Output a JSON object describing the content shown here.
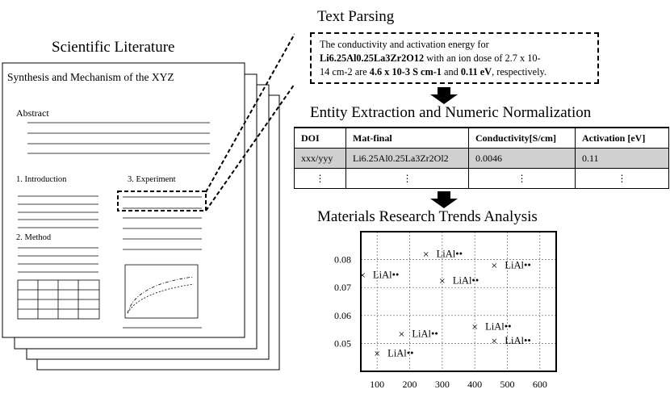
{
  "literature": {
    "heading": "Scientific Literature",
    "paper_title": "Synthesis and Mechanism of the XYZ",
    "sections": {
      "abstract": "Abstract",
      "intro": "1. Introduction",
      "method": "2. Method",
      "experiment": "3. Experiment"
    }
  },
  "text_parsing": {
    "heading": "Text Parsing",
    "line1": "The conductivity and activation energy for",
    "material": "Li6.25Al0.25La3Zr2O12",
    "line2_mid": " with an ion dose of 2.7 x 10-",
    "line3_start": "14 cm-2 are ",
    "conductivity": "4.6 x 10-3 S cm-1",
    "and": " and ",
    "activation": "0.11 eV",
    "line3_end": ", respectively."
  },
  "extraction": {
    "heading": "Entity Extraction and Numeric Normalization",
    "headers": [
      "DOI",
      "Mat-final",
      "Conductivity[S/cm]",
      "Activation [eV]"
    ],
    "row": [
      "xxx/yyy",
      "Li6.25Al0.25La3Zr2Ol2",
      "0.0046",
      "0.11"
    ],
    "ellipsis_row": [
      "⋮",
      "⋮",
      "⋮",
      "⋮"
    ]
  },
  "trends": {
    "heading": "Materials Research Trends Analysis"
  },
  "chart_data": {
    "type": "scatter",
    "marker": "×",
    "x_ticks": [
      100,
      200,
      300,
      400,
      500,
      600
    ],
    "y_ticks": [
      0.05,
      0.06,
      0.07,
      0.08
    ],
    "xlim": [
      50,
      650
    ],
    "ylim": [
      0.04,
      0.09
    ],
    "grid": true,
    "point_label": "LiAl••",
    "points": [
      {
        "x": 100,
        "y": 0.0465
      },
      {
        "x": 175,
        "y": 0.0535
      },
      {
        "x": 55,
        "y": 0.0745
      },
      {
        "x": 250,
        "y": 0.082
      },
      {
        "x": 300,
        "y": 0.0725
      },
      {
        "x": 400,
        "y": 0.056
      },
      {
        "x": 460,
        "y": 0.051
      },
      {
        "x": 460,
        "y": 0.078
      }
    ]
  }
}
